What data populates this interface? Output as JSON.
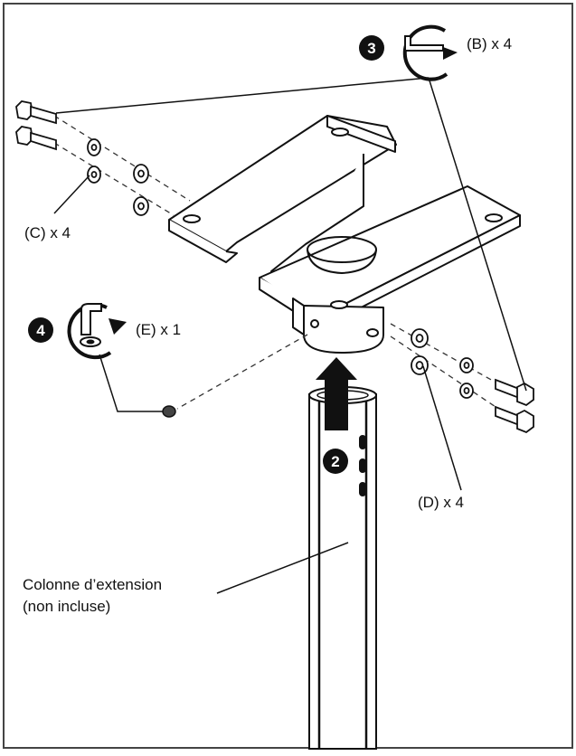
{
  "steps": {
    "step2": {
      "number": "2"
    },
    "step3": {
      "number": "3",
      "icon": "allen-key-clockwise-icon"
    },
    "step4": {
      "number": "4",
      "icon": "hex-key-clockwise-icon"
    }
  },
  "labels": {
    "part_b": "(B) x 4",
    "part_c": "(C) x 4",
    "part_d": "(D) x 4",
    "part_e": "(E) x 1",
    "column_line1": "Colonne d’extension",
    "column_line2": "(non incluse)"
  },
  "colors": {
    "stroke": "#111111",
    "fill": "#ffffff",
    "badge": "#111111"
  }
}
